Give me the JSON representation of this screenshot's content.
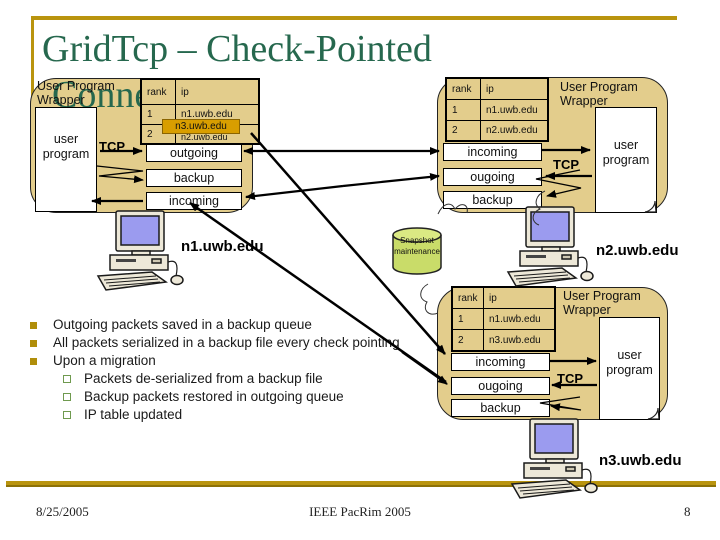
{
  "title": {
    "line1": "GridTcp – Check-Pointed",
    "line2": "Connection"
  },
  "footer": {
    "date": "8/25/2005",
    "conference": "IEEE PacRim 2005",
    "slide_number": "8"
  },
  "colors": {
    "title_green": "#26684E",
    "accent_gold": "#B9940E",
    "panel_fill": "#E3CD8C",
    "highlight_orange": "#D89E00",
    "screen_purple": "#9B9BEF",
    "cylinder_green": "#C9DC69",
    "bullet_gold": "#B08E0A",
    "subbullet_green": "#6F9A4F"
  },
  "panels": {
    "left": {
      "wrapper_label": "User Program Wrapper",
      "program_label": "user program",
      "protocol_label": "TCP",
      "table": {
        "col_rank": "rank",
        "col_ip": "ip",
        "row1_rank": "1",
        "row1_ip": "n1.uwb.edu",
        "row2_rank": "2",
        "row2_ip": "n2.uwb.edu",
        "row2_ip_updated": "n3.uwb.edu"
      },
      "queue_outgoing": "outgoing",
      "queue_backup": "backup",
      "queue_incoming": "incoming"
    },
    "right": {
      "wrapper_label": "User Program Wrapper",
      "program_label": "user program",
      "protocol_label": "TCP",
      "table": {
        "col_rank": "rank",
        "col_ip": "ip",
        "row1_rank": "1",
        "row1_ip": "n1.uwb.edu",
        "row2_rank": "2",
        "row2_ip": "n2.uwb.edu"
      },
      "queue_incoming": "incoming",
      "queue_ougoing": "ougoing",
      "queue_backup": "backup"
    },
    "bottom": {
      "wrapper_label": "User Program Wrapper",
      "program_label": "user program",
      "protocol_label": "TCP",
      "table": {
        "col_rank": "rank",
        "col_ip": "ip",
        "row1_rank": "1",
        "row1_ip": "n1.uwb.edu",
        "row2_rank": "2",
        "row2_ip": "n3.uwb.edu"
      },
      "queue_incoming": "incoming",
      "queue_ougoing": "ougoing",
      "queue_backup": "backup"
    }
  },
  "nodes": {
    "n1_label": "n1.uwb.edu",
    "n2_label": "n2.uwb.edu",
    "n3_label": "n3.uwb.edu"
  },
  "snapshot": {
    "line1": "Snapshot",
    "line2": "maintenance"
  },
  "bullets": {
    "b1": "Outgoing packets saved in a backup queue",
    "b2": "All packets serialized in a backup file every check pointing",
    "b3": "Upon a migration",
    "s1": "Packets de-serialized from a backup file",
    "s2": "Backup packets restored in outgoing queue",
    "s3": "IP table updated"
  }
}
